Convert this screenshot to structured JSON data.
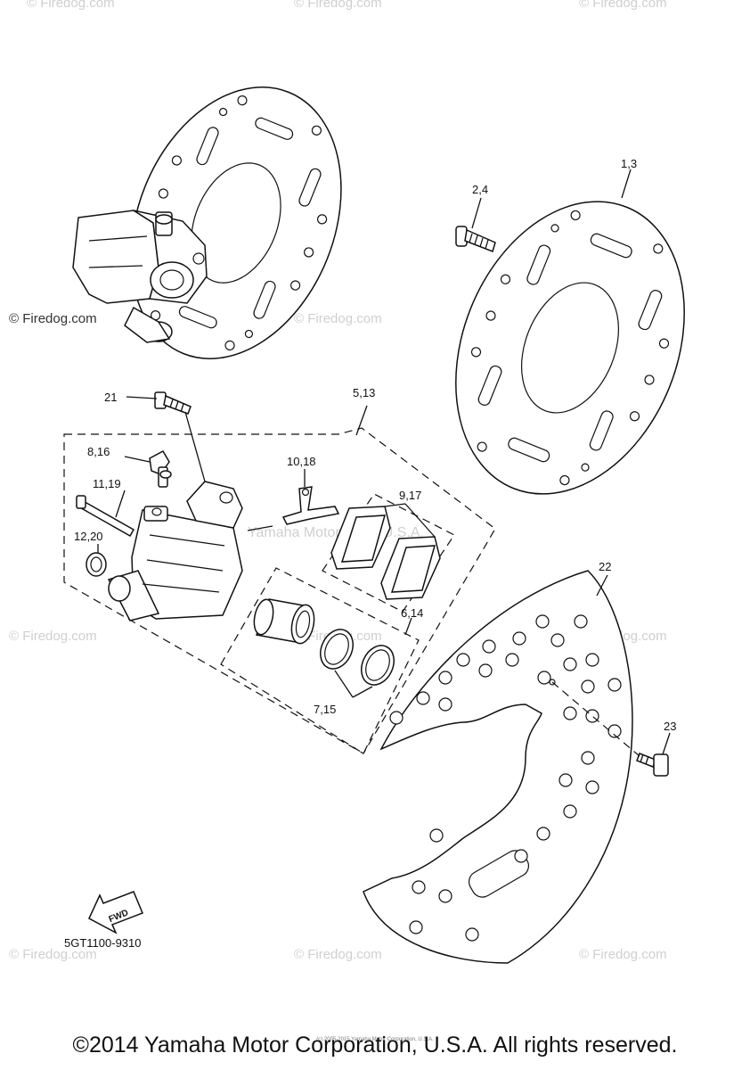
{
  "watermarks": {
    "firedog": "© Firedog.com",
    "yamaha": "Yamaha Motor Corp. U.S.A."
  },
  "callouts": {
    "c1_3": "1,3",
    "c2_4": "2,4",
    "c21": "21",
    "c5_13": "5,13",
    "c8_16": "8,16",
    "c10_18": "10,18",
    "c11_19": "11,19",
    "c9_17": "9,17",
    "c12_20": "12,20",
    "c6_14": "6,14",
    "c7_15": "7,15",
    "c22": "22",
    "c23": "23"
  },
  "fwd_label": "FWD",
  "diagram_code": "5GT1100-9310",
  "tiny_note": "(c) 2005-2015 Yamaha Motor Corporation, U.S.A.",
  "copyright": "©2014 Yamaha Motor Corporation, U.S.A. All rights reserved."
}
